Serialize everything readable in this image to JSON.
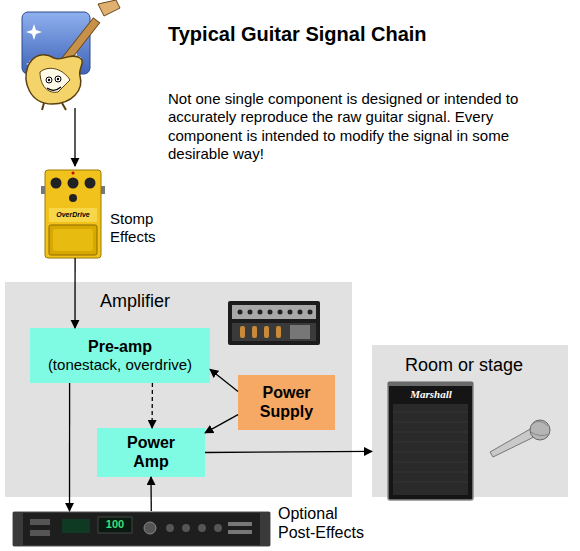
{
  "diagram": {
    "title": "Typical Guitar Signal Chain",
    "nodes": [
      {
        "text": [
          "Stomp Effects"
        ]
      },
      {
        "text": [
          "Amplifier"
        ]
      },
      {
        "text": [
          "Pre-amp",
          "(tonestack, overdrive)"
        ],
        "in": 1
      },
      {
        "text": [
          "Power Supply"
        ],
        "in": 1
      },
      {
        "text": [
          "Power Amp"
        ],
        "in": 1
      },
      {
        "text": [
          "Room or stage"
        ]
      },
      {
        "text": [
          "Optional Post-Effects"
        ]
      }
    ],
    "edges": [
      {
        "from": 0,
        "to": 2,
        "arrow": "to"
      },
      {
        "from": 2,
        "to": 4,
        "arrow": "to"
      },
      {
        "from": 3,
        "to": 2,
        "arrow": "to"
      },
      {
        "from": 3,
        "to": 4,
        "arrow": "to"
      },
      {
        "from": 2,
        "to": 6,
        "arrow": "to"
      },
      {
        "from": 6,
        "to": 4,
        "arrow": "to"
      },
      {
        "from": 4,
        "to": 5,
        "arrow": "to"
      }
    ],
    "labels": [
      "Not one single component is designed or intended to accurately reproduce the raw guitar signal. Every component is intended to modify the signal in some desirable way!",
      "OverDrive",
      "100",
      "Marshall"
    ]
  }
}
